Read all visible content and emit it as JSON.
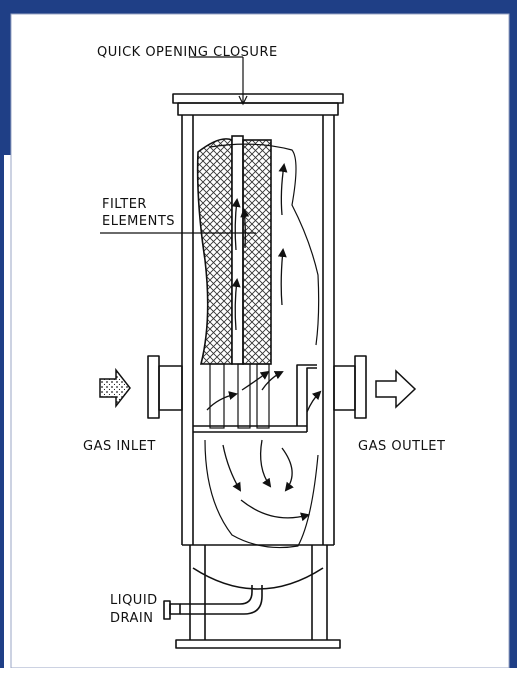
{
  "labels": {
    "closure": "QUICK OPENING CLOSURE",
    "filter_line1": "FILTER",
    "filter_line2": "ELEMENTS",
    "gas_inlet": "GAS INLET",
    "gas_outlet": "GAS OUTLET",
    "drain_line1": "LIQUID",
    "drain_line2": "DRAIN"
  },
  "colors": {
    "frame": "#1f3f86",
    "line": "#111111",
    "hatch": "#333333"
  }
}
